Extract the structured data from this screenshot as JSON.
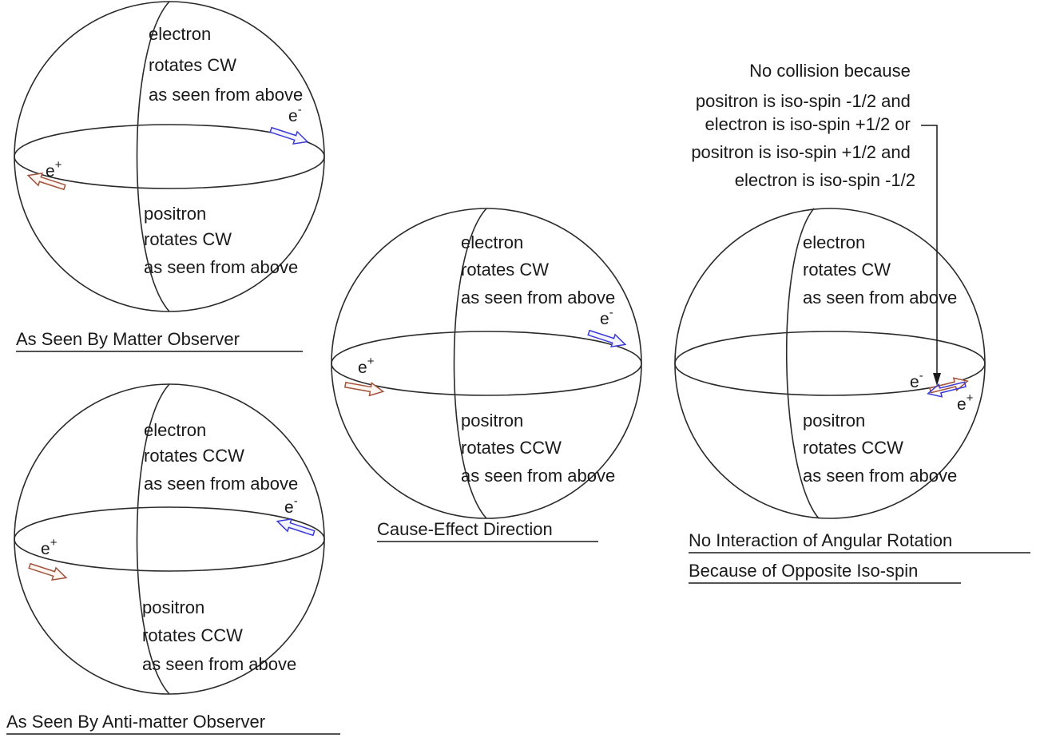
{
  "diagrams": [
    {
      "id": "matter",
      "top_text": [
        "electron",
        "rotates CW",
        "as seen from above"
      ],
      "bottom_text": [
        "positron",
        "rotates CW",
        "as seen from above"
      ],
      "caption": [
        "As Seen By Matter Observer"
      ],
      "electron_arrow": "right",
      "positron_arrow": "left"
    },
    {
      "id": "antimatter",
      "top_text": [
        "electron",
        "rotates CCW",
        "as seen from above"
      ],
      "bottom_text": [
        "positron",
        "rotates CCW",
        "as seen from above"
      ],
      "caption": [
        "As Seen By Anti-matter Observer"
      ],
      "electron_arrow": "left",
      "positron_arrow": "right"
    },
    {
      "id": "cause-effect",
      "top_text": [
        "electron",
        "rotates CW",
        "as seen from above"
      ],
      "bottom_text": [
        "positron",
        "rotates CCW",
        "as seen from above"
      ],
      "caption": [
        "Cause-Effect Direction"
      ],
      "electron_arrow": "right",
      "positron_arrow": "right"
    },
    {
      "id": "no-interaction",
      "top_text": [
        "electron",
        "rotates CW",
        "as seen from above"
      ],
      "bottom_text": [
        "positron",
        "rotates CCW",
        "as seen from above"
      ],
      "caption": [
        "No Interaction of Angular Rotation",
        "Because of Opposite Iso-spin"
      ],
      "electron_arrow": "left",
      "positron_arrow": "right"
    }
  ],
  "particles": {
    "electron": "e",
    "electron_charge": "-",
    "positron": "e",
    "positron_charge": "+"
  },
  "annotation": {
    "lines": [
      "No collision because",
      "positron is iso-spin -1/2 and",
      "electron is iso-spin +1/2 or",
      "positron is iso-spin +1/2 and",
      "electron is iso-spin -1/2"
    ]
  },
  "colors": {
    "line": "#2a2a2a",
    "text": "#1a1a1a",
    "electron_arrow": "#3a3ad6",
    "positron_arrow": "#a0523c",
    "background": "#ffffff"
  }
}
